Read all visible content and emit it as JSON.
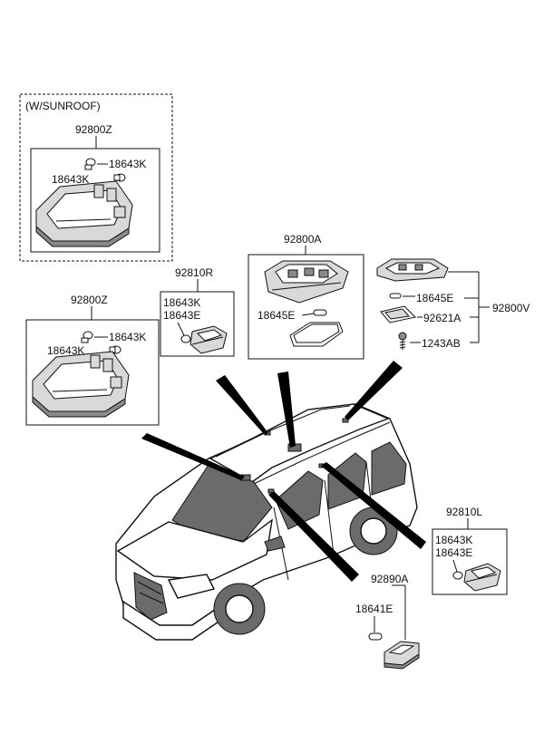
{
  "labels": {
    "sunroof_note": "(W/SUNROOF)",
    "sunroof_assy": "92800Z",
    "sunroof_bulb_a": "18643K",
    "sunroof_bulb_b": "18643K",
    "front_assy": "92800Z",
    "front_bulb_a": "18643K",
    "front_bulb_b": "18643K",
    "right_lamp": "92810R",
    "right_bulb_k": "18643K",
    "right_bulb_e": "18643E",
    "center_assy": "92800A",
    "center_bulb": "18645E",
    "rear_assy": "92800V",
    "rear_bulb": "18645E",
    "rear_lens": "92621A",
    "rear_screw": "1243AB",
    "left_lamp": "92810L",
    "left_bulb_k": "18643K",
    "left_bulb_e": "18643E",
    "luggage_lamp": "92890A",
    "luggage_bulb": "18641E"
  },
  "colors": {
    "line": "#111111",
    "part_fill": "#d9d9d9",
    "part_dark": "#8a8a8a",
    "wedge": "#000000"
  }
}
